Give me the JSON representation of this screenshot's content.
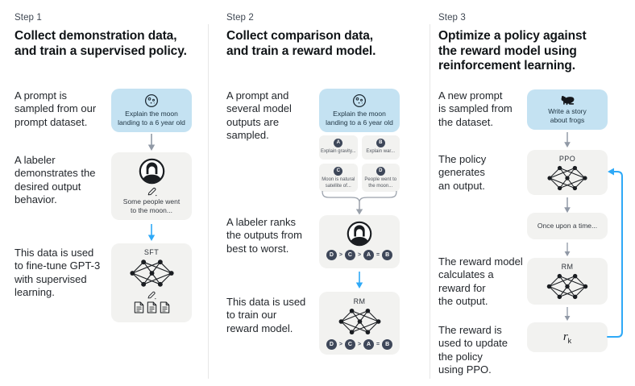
{
  "colors": {
    "blue_card": "#c4e2f2",
    "gray_card": "#f2f2f0",
    "badge": "#3e4759",
    "arrow_blue": "#2ea9f7",
    "arrow_gray": "#9099a6"
  },
  "columns": [
    {
      "step": "Step 1",
      "title": "Collect demonstration data,\nand train a supervised policy.",
      "para_prompt": "A prompt is\nsampled from our\nprompt dataset.",
      "para_labeler": "A labeler\ndemonstrates the\ndesired output\nbehavior.",
      "para_data": "This data is used\nto fine-tune GPT-3\nwith supervised\nlearning.",
      "prompt_card_text": "Explain the moon\nlanding to a 6 year old",
      "labeler_card_text": "Some people went\nto the moon...",
      "model_label": "SFT"
    },
    {
      "step": "Step 2",
      "title": "Collect comparison data,\nand train a reward model.",
      "para_prompt": "A prompt and\nseveral model\noutputs are\nsampled.",
      "para_labeler": "A labeler ranks\nthe outputs from\nbest to worst.",
      "para_data": "This data is used\nto train our\nreward model.",
      "prompt_card_text": "Explain the moon\nlanding to a 6 year old",
      "outputs": [
        {
          "label": "A",
          "text": "Explain gravity..."
        },
        {
          "label": "B",
          "text": "Explain war..."
        },
        {
          "label": "C",
          "text": "Moon is natural\nsatellite of..."
        },
        {
          "label": "D",
          "text": "People went to\nthe moon..."
        }
      ],
      "ranking": [
        "D",
        ">",
        "C",
        ">",
        "A",
        "=",
        "B"
      ],
      "model_label": "RM"
    },
    {
      "step": "Step 3",
      "title": "Optimize a policy against\nthe reward model using\nreinforcement learning.",
      "para_prompt": "A new prompt\nis sampled from\nthe dataset.",
      "para_policy": "The policy\ngenerates\nan output.",
      "para_reward_model": "The reward model\ncalculates a\nreward for\nthe output.",
      "para_reward_use": "The reward is\nused to update\nthe policy\nusing PPO.",
      "prompt_card_text": "Write a story\nabout frogs",
      "policy_label": "PPO",
      "output_card_text": "Once upon a time...",
      "model_label": "RM",
      "reward_symbol": "r",
      "reward_subscript": "k"
    }
  ]
}
